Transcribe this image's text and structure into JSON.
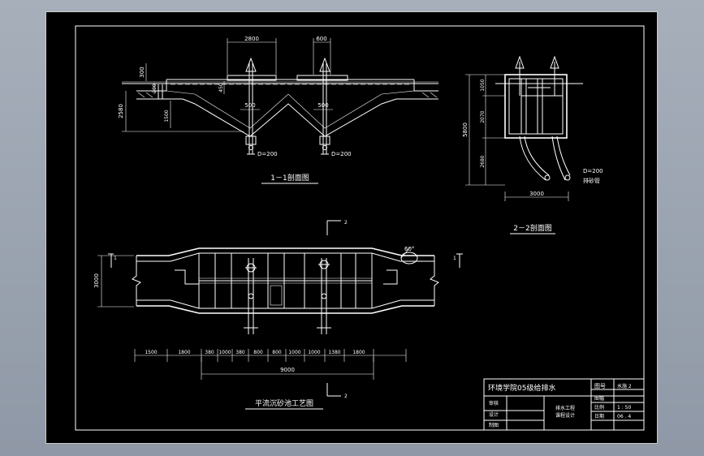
{
  "colors": {
    "background": "#9aa3b0",
    "sheet": "#000000",
    "line": "#ffffff"
  },
  "section11": {
    "title": "1－1剖面图",
    "dims": {
      "d2800": "2800",
      "d600": "600",
      "d300": "300",
      "d2580": "2580",
      "d200": "200",
      "d450": "450",
      "d1500": "1500",
      "d500a": "500",
      "d500b": "500",
      "dia1": "D=200",
      "dia2": "D=200"
    }
  },
  "section22": {
    "title": "2－2剖面图",
    "dims": {
      "d1050": "1050",
      "d2070": "2070",
      "d5800": "5800",
      "d2680": "2680",
      "d3000": "3000",
      "dia": "D=200",
      "pipe_label": "排砂管"
    }
  },
  "plan": {
    "title": "平流沉砂池工艺图",
    "dim_3000": "3000",
    "angle": "60°",
    "cut_marks": [
      "1",
      "1",
      "2",
      "2"
    ],
    "bottom_dims": [
      "1500",
      "1800",
      "380",
      "1000",
      "380",
      "800",
      "800",
      "1000",
      "1000",
      "1380",
      "1800"
    ],
    "total_dim": "9000"
  },
  "title_block": {
    "main_title": "环境学院05级给排水",
    "label_drawing": "图号",
    "drawing_value": "水施 2",
    "label_designer": "审核",
    "label_check": "设计",
    "label_draw": "制图",
    "project": "排水工程",
    "subproject": "课程设计",
    "label_sheet": "图幅",
    "label_scale": "比例",
    "scale_value": "1 : 50",
    "label_date": "日期",
    "date_value": "06 . 4"
  }
}
